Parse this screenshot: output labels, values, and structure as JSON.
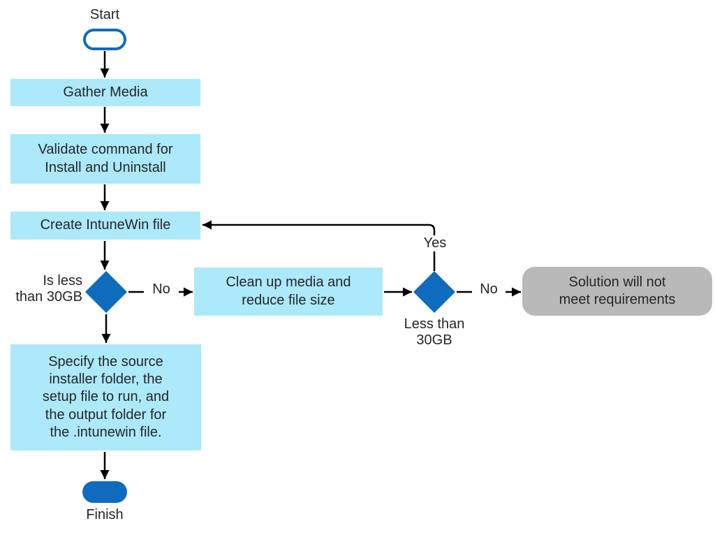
{
  "flowchart": {
    "nodes": {
      "start": {
        "type": "terminator",
        "label": "Start"
      },
      "gather_media": {
        "type": "process",
        "label": "Gather Media"
      },
      "validate_command": {
        "type": "process",
        "label": "Validate command for\nInstall and Uninstall"
      },
      "create_intunewin": {
        "type": "process",
        "label": "Create IntuneWin file"
      },
      "is_less_than_30gb": {
        "type": "decision",
        "label": "Is less\nthan 30GB"
      },
      "clean_up_media": {
        "type": "process",
        "label": "Clean up media and\nreduce file size"
      },
      "less_than_30gb": {
        "type": "decision",
        "label": "Less than\n30GB"
      },
      "solution_not_meet": {
        "type": "endpoint",
        "label": "Solution will not\nmeet requirements"
      },
      "specify_source": {
        "type": "process",
        "label": "Specify the source\ninstaller folder, the\nsetup file to run, and\nthe output folder for\nthe .intunewin file."
      },
      "finish": {
        "type": "terminator",
        "label": "Finish"
      }
    },
    "edge_labels": {
      "yes": "Yes",
      "no_first": "No",
      "no_second": "No"
    },
    "colors": {
      "process_fill": "#ace9fa",
      "decision_fill": "#0f6cbd",
      "terminator_fill": "#0f6cbd",
      "endpoint_gray_fill": "#b9b9b9",
      "connector": "#000000",
      "text": "#262626"
    }
  }
}
